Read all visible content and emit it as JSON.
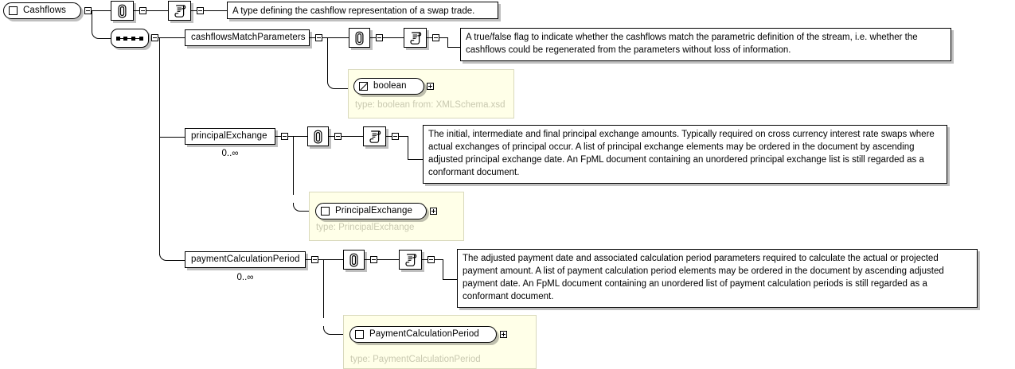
{
  "diagram": {
    "kind": "xml-schema-diagram",
    "root": {
      "name": "Cashflows",
      "glyph": "complex-type-icon",
      "annotation_icon": "paperclip-icon",
      "documentation_icon": "documentation-scroll-icon",
      "documentation": "A type defining the cashflow representation of a swap trade.",
      "expander": "minus-box-icon",
      "compositor": "sequence-node"
    },
    "elements": [
      {
        "name": "cashflowsMatchParameters",
        "cardinality": "",
        "annotation_icon": "paperclip-icon",
        "documentation_icon": "documentation-scroll-icon",
        "documentation": "A true/false flag to indicate whether the cashflows match the parametric definition of the stream, i.e. whether the cashflows could be regenerated from the parameters without loss of information.",
        "expander": "minus-box-icon",
        "type_node": {
          "name": "boolean",
          "glyph": "simple-type-icon",
          "expander": "plus-box-icon",
          "caption": "type: boolean from: XMLSchema.xsd"
        }
      },
      {
        "name": "principalExchange",
        "cardinality": "0..∞",
        "annotation_icon": "paperclip-icon",
        "documentation_icon": "documentation-scroll-icon",
        "documentation": "The initial, intermediate and final principal exchange amounts. Typically required on cross currency interest rate swaps where actual exchanges of principal occur. A list of principal exchange elements may be ordered in the document by ascending adjusted principal exchange date. An FpML document containing an unordered principal exchange list is still regarded as a conformant document.",
        "expander": "minus-box-icon",
        "type_node": {
          "name": "PrincipalExchange",
          "glyph": "complex-type-icon",
          "expander": "plus-box-icon",
          "caption": "type: PrincipalExchange"
        }
      },
      {
        "name": "paymentCalculationPeriod",
        "cardinality": "0..∞",
        "annotation_icon": "paperclip-icon",
        "documentation_icon": "documentation-scroll-icon",
        "documentation": "The adjusted payment date and associated calculation period parameters required to calculate the actual or projected payment amount. A list of payment calculation period elements may be ordered in the document by ascending adjusted payment date. An FpML document containing an unordered list of payment calculation periods is still regarded as a conformant document.",
        "expander": "minus-box-icon",
        "type_node": {
          "name": "PaymentCalculationPeriod",
          "glyph": "complex-type-icon",
          "expander": "plus-box-icon",
          "caption": "type: PaymentCalculationPeriod"
        }
      }
    ],
    "colors": {
      "background": "#ffffff",
      "line": "#000000",
      "type_panel_fill": "#ffffe8",
      "type_panel_border": "#d9d9bc",
      "type_caption_text": "#c9c9b0",
      "shadow": "rgba(0,0,0,0.25)"
    }
  }
}
